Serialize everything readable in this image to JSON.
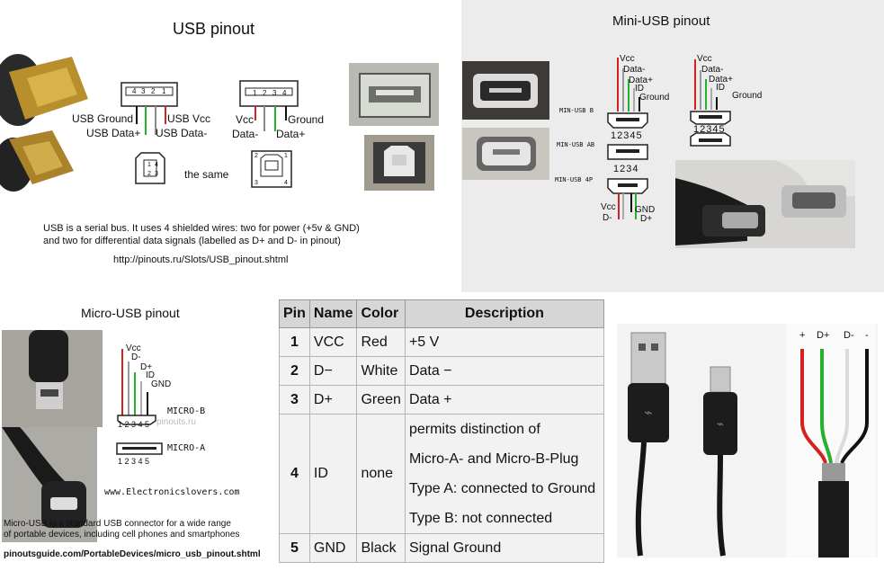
{
  "usb": {
    "title": "USB pinout",
    "plugA_pins": [
      "4",
      "3",
      "2",
      "1"
    ],
    "sockA_pins": [
      "1",
      "2",
      "3",
      "4"
    ],
    "plugB_pins": [
      "1",
      "2",
      "4",
      "3"
    ],
    "sockB_pins": [
      "2",
      "1",
      "3",
      "4"
    ],
    "labels": {
      "usb_ground": "USB Ground",
      "usb_vcc": "USB Vcc",
      "usb_data_plus": "USB Data+",
      "usb_data_minus": "USB Data-",
      "vcc": "Vcc",
      "ground": "Ground",
      "data_minus": "Data-",
      "data_plus": "Data+",
      "the_same": "the same"
    },
    "desc_line1": "USB is a serial bus. It uses 4 shielded wires: two for power (+5v & GND)",
    "desc_line2": "and two for differential data signals (labelled as D+ and D- in pinout)",
    "url": "http://pinouts.ru/Slots/USB_pinout.shtml"
  },
  "mini": {
    "title": "Mini-USB pinout",
    "wire_labels": [
      "Vcc",
      "Data-",
      "Data+",
      "ID",
      "Ground"
    ],
    "wire_labels2": [
      "Vcc",
      "Data-",
      "Data+",
      "ID",
      "Ground"
    ],
    "con1": "MIN-USB B",
    "con2": "MIN-USB AB",
    "con3": "MIN-USB 4P",
    "nums5": "12345",
    "nums5b": "12345",
    "nums4": "1234",
    "p4_labels": [
      "Vcc",
      "D-",
      "GND",
      "D+"
    ]
  },
  "micro": {
    "title": "Micro-USB pinout",
    "wire_labels": [
      "Vcc",
      "D-",
      "D+",
      "ID",
      "GND"
    ],
    "micro_b": "MICRO-B",
    "micro_a": "MICRO-A",
    "nums_b": "1 2 3 4 5",
    "nums_a": "1 2 3 4 5",
    "watermark": "pinouts.ru",
    "site": "www.Electronicslovers.com",
    "desc_line1": "Micro-USB is a standard USB connector for a wide range",
    "desc_line2": "of portable devices, including cell phones and smartphones",
    "url": "pinoutsguide.com/PortableDevices/micro_usb_pinout.shtml"
  },
  "table": {
    "headers": [
      "Pin",
      "Name",
      "Color",
      "Description"
    ],
    "rows": [
      {
        "pin": "1",
        "name": "VCC",
        "color": "Red",
        "desc": [
          "+5 V"
        ]
      },
      {
        "pin": "2",
        "name": "D−",
        "color": "White",
        "desc": [
          "Data −"
        ]
      },
      {
        "pin": "3",
        "name": "D+",
        "color": "Green",
        "desc": [
          "Data +"
        ]
      },
      {
        "pin": "4",
        "name": "ID",
        "color": "none",
        "desc": [
          "permits distinction of",
          "Micro-A- and Micro-B-Plug",
          "Type A: connected to Ground",
          "Type B: not connected"
        ]
      },
      {
        "pin": "5",
        "name": "GND",
        "color": "Black",
        "desc": [
          "Signal Ground"
        ]
      }
    ]
  },
  "cable": {
    "wire_labels": [
      "+",
      "D+",
      "D-",
      "-"
    ]
  },
  "colors": {
    "red": "#d4231f",
    "green": "#26b02c",
    "black": "#111111",
    "white": "#ffffff",
    "grey_panel": "#ececec"
  }
}
